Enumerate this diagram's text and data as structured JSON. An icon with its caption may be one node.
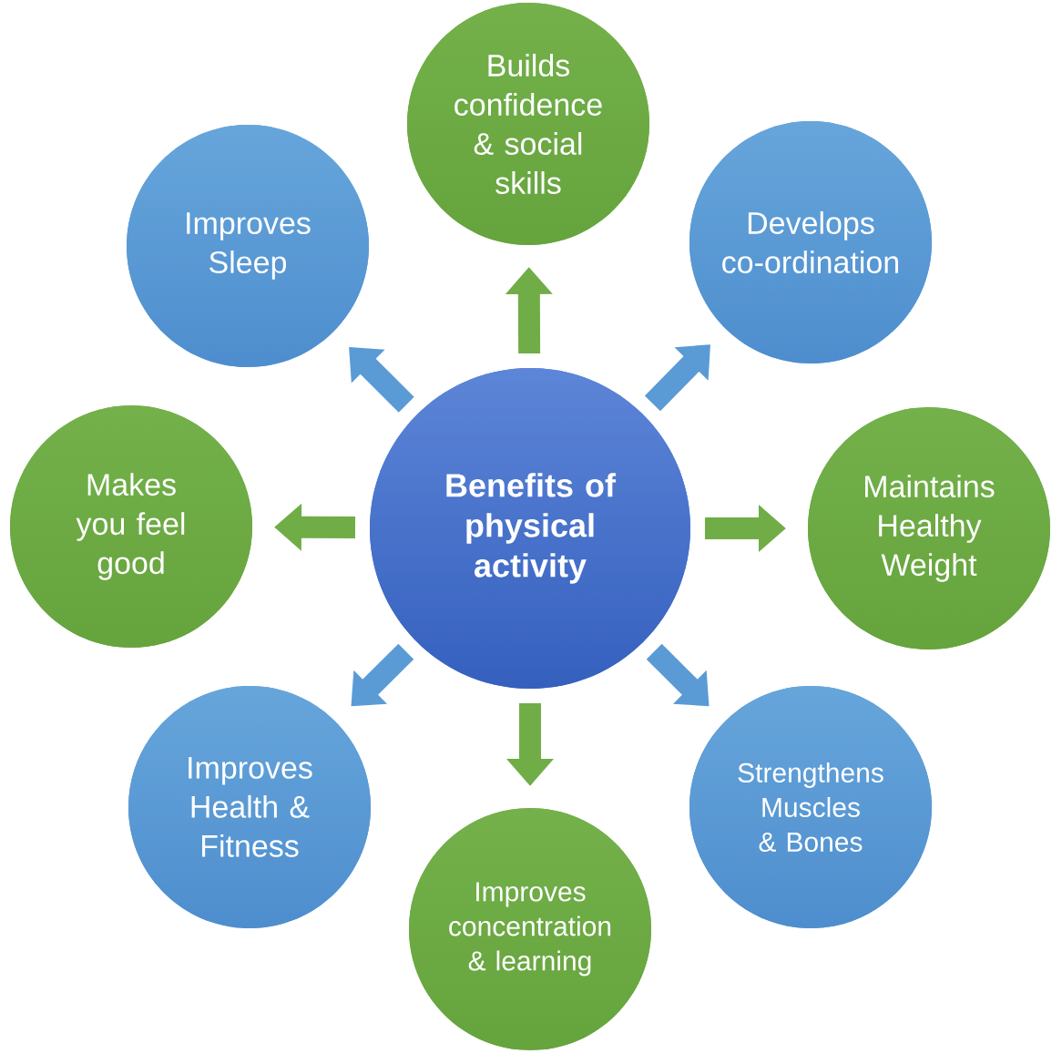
{
  "diagram": {
    "nodes": [
      {
        "text": [
          "Benefits of physical activity"
        ]
      },
      {
        "text": [
          "Builds confidence & social skills"
        ]
      },
      {
        "text": [
          "Develops co-ordination"
        ]
      },
      {
        "text": [
          "Maintains Healthy Weight"
        ]
      },
      {
        "text": [
          "Strengthens Muscles & Bones"
        ]
      },
      {
        "text": [
          "Improves concentration & learning"
        ]
      },
      {
        "text": [
          "Improves Health & Fitness"
        ]
      },
      {
        "text": [
          "Makes you feel good"
        ]
      },
      {
        "text": [
          "Improves Sleep"
        ]
      }
    ],
    "edges": [
      {
        "from": 0,
        "to": 1,
        "arrow": "to",
        "color": "#70ad47"
      },
      {
        "from": 0,
        "to": 2,
        "arrow": "to",
        "color": "#5b9bd5"
      },
      {
        "from": 0,
        "to": 3,
        "arrow": "to",
        "color": "#70ad47"
      },
      {
        "from": 0,
        "to": 4,
        "arrow": "to",
        "color": "#5b9bd5"
      },
      {
        "from": 0,
        "to": 5,
        "arrow": "to",
        "color": "#70ad47"
      },
      {
        "from": 0,
        "to": 6,
        "arrow": "to",
        "color": "#5b9bd5"
      },
      {
        "from": 0,
        "to": 7,
        "arrow": "to",
        "color": "#70ad47"
      },
      {
        "from": 0,
        "to": 8,
        "arrow": "to",
        "color": "#5b9bd5"
      }
    ]
  }
}
